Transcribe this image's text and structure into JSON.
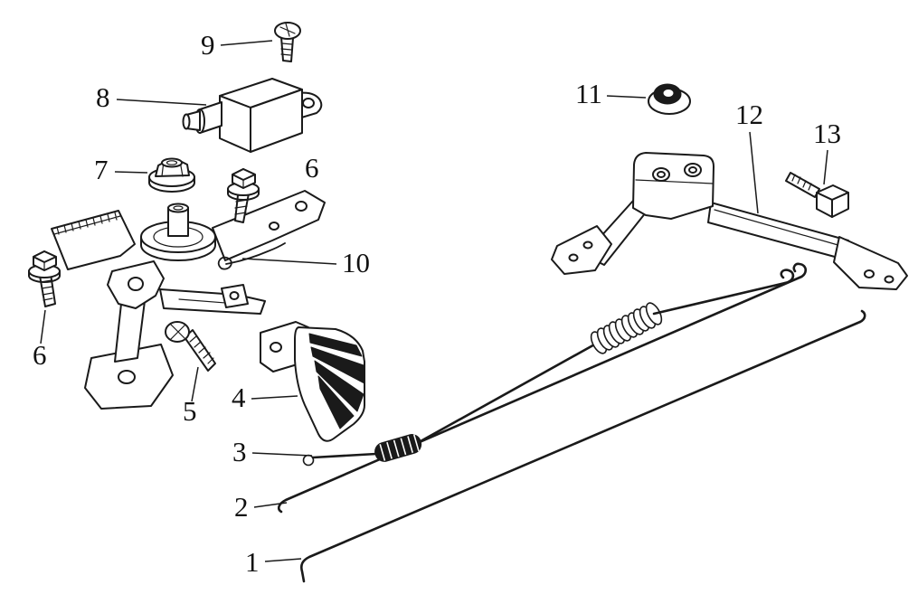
{
  "diagram": {
    "colors": {
      "background": "#ffffff",
      "line": "#1a1a1a",
      "label": "#111111"
    },
    "callouts": [
      {
        "n": "1"
      },
      {
        "n": "2"
      },
      {
        "n": "3"
      },
      {
        "n": "4"
      },
      {
        "n": "5"
      },
      {
        "n": "6"
      },
      {
        "n": "6"
      },
      {
        "n": "7"
      },
      {
        "n": "8"
      },
      {
        "n": "9"
      },
      {
        "n": "10"
      },
      {
        "n": "11"
      },
      {
        "n": "12"
      },
      {
        "n": "13"
      }
    ]
  }
}
